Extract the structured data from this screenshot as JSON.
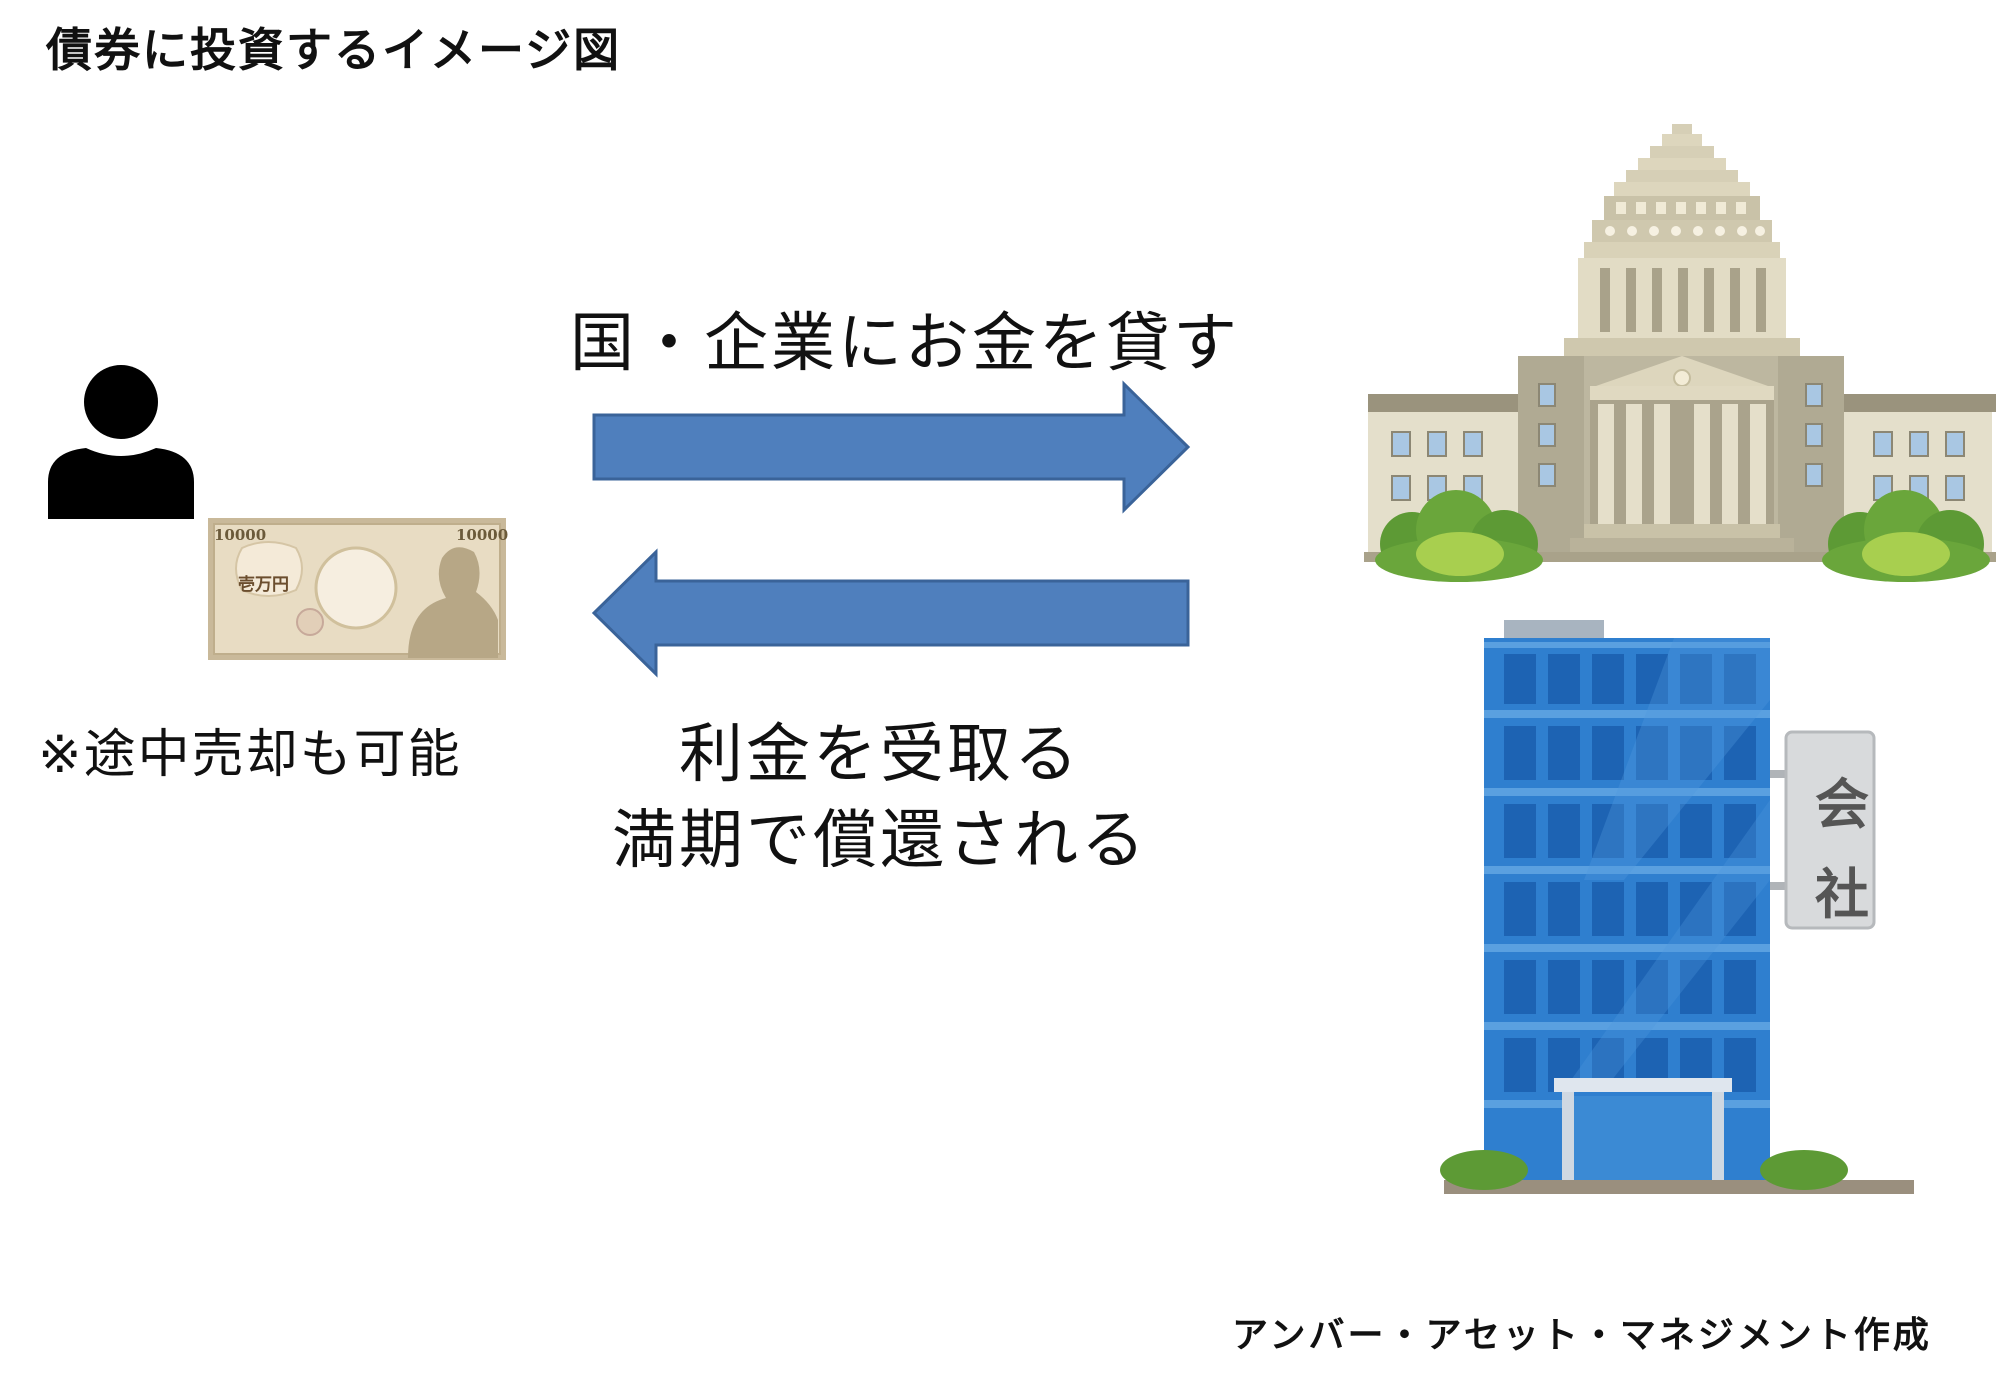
{
  "title": "債券に投資するイメージ図",
  "arrow_right_label": "国・企業にお金を貸す",
  "arrow_left_label_line1": "利金を受取る",
  "arrow_left_label_line2": "満期で償還される",
  "note": "※途中売却も可能",
  "banknote": {
    "denomination_left": "10000",
    "denomination_right": "10000",
    "kanji": "壱万円"
  },
  "company_sign": [
    "会",
    "社"
  ],
  "credit": "アンバー・アセット・マネジメント作成",
  "colors": {
    "arrow_fill": "#4f7fbd",
    "arrow_stroke": "#3a6399",
    "building_blue": "#2f7fcf",
    "parliament_stone": "#d9d3bd",
    "bush_green": "#6aa63b"
  }
}
